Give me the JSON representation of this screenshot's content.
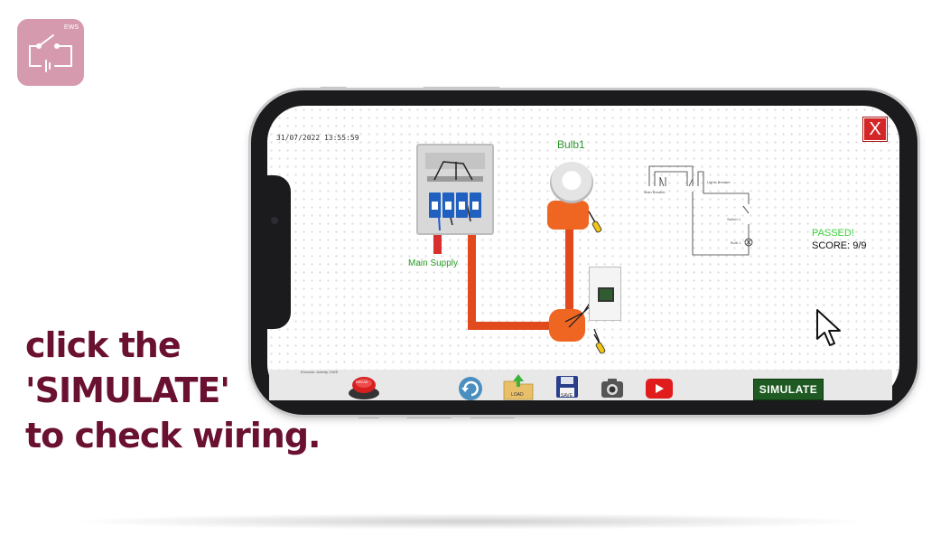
{
  "logo": {
    "tag": "EWS"
  },
  "caption": {
    "line1": "click the",
    "line2": "'SIMULATE'",
    "line3": "to check wiring."
  },
  "app": {
    "timestamp": "31/07/2022 13:55:59",
    "close_label": "X",
    "panel_label": "Main Supply",
    "bulb_label": "Bulb1",
    "schematic": {
      "main_breaker": "Main Breaker",
      "lights_breaker": "Lights Breaker",
      "switch": "Switch 1",
      "bulb": "Bulb 1"
    },
    "result": {
      "status": "PASSED!",
      "score": "SCORE: 9/9"
    },
    "toolbar": {
      "exercise_text": "Exercise: Activity: EWS",
      "emergency_label": "BREAK",
      "load_label": "LOAD",
      "save_label": "SAVE",
      "simulate_label": "SIMULATE"
    },
    "colors": {
      "panel_label": "#2a9a2a",
      "passed": "#3bd03b",
      "simulate": "#1f5a22",
      "close": "#d32626",
      "conduit": "#e04a1c"
    }
  }
}
